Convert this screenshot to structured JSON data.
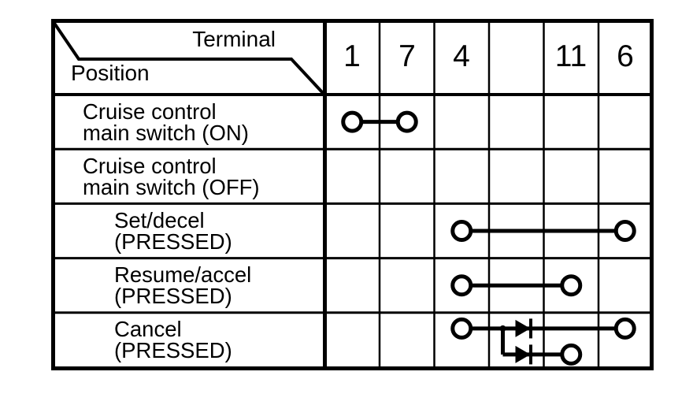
{
  "corner": {
    "top_label": "Terminal",
    "bottom_label": "Position"
  },
  "terminals": [
    "1",
    "7",
    "4",
    "",
    "11",
    "6"
  ],
  "rows": [
    {
      "line1": "Cruise control",
      "line2": "main switch (ON)",
      "indent": 1,
      "connections": [
        {
          "type": "simple",
          "from": "1",
          "to": "7"
        }
      ]
    },
    {
      "line1": "Cruise control",
      "line2": "main switch (OFF)",
      "indent": 1,
      "connections": []
    },
    {
      "line1": "Set/decel",
      "line2": "(PRESSED)",
      "indent": 2,
      "connections": [
        {
          "type": "simple",
          "from": "4",
          "to": "6"
        }
      ]
    },
    {
      "line1": "Resume/accel",
      "line2": "(PRESSED)",
      "indent": 2,
      "connections": [
        {
          "type": "simple",
          "from": "4",
          "to": "11"
        }
      ]
    },
    {
      "line1": "Cancel",
      "line2": "(PRESSED)",
      "indent": 2,
      "connections": [
        {
          "type": "diode_branch",
          "from": "4",
          "to": "6",
          "branch_to": "11",
          "via_terminal_index": 3,
          "diode_count": 2,
          "diode_direction": "right"
        }
      ]
    }
  ],
  "symbols": {
    "contact": "open-circle",
    "connection": "solid-wire",
    "diode": "filled-right-triangle-with-bar",
    "junction": "filled-dot"
  },
  "colors": {
    "ink": "#000000",
    "background": "#ffffff"
  }
}
